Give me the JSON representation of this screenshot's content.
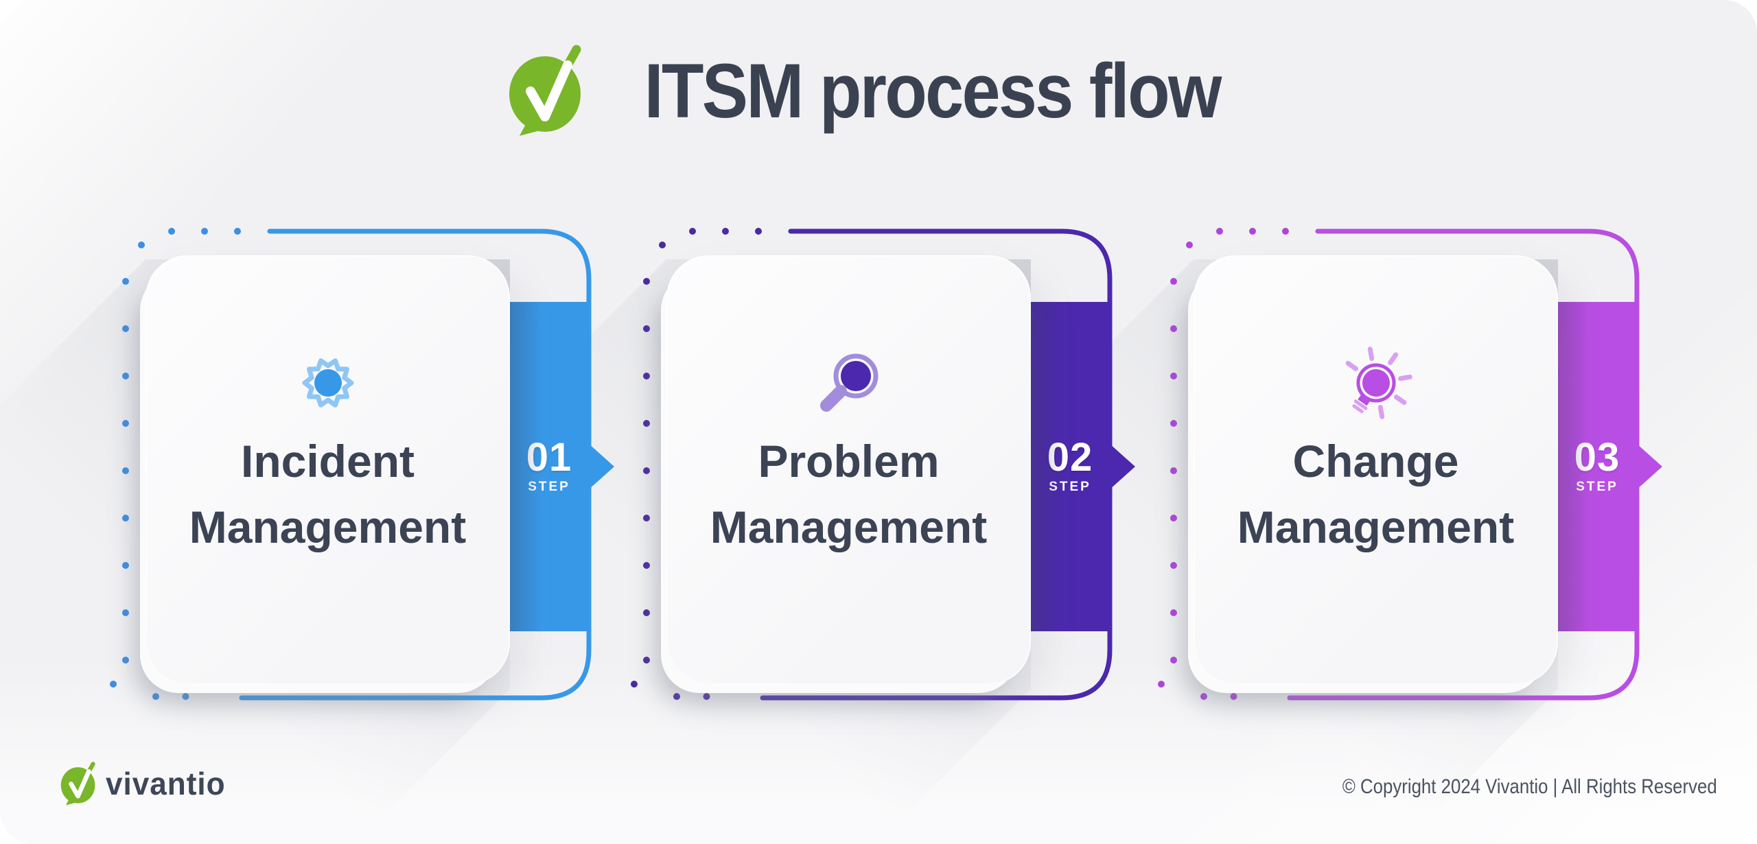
{
  "header": {
    "title": "ITSM process flow",
    "logo": "vivantio-speech-bubble-check-icon"
  },
  "brand_colors": {
    "logo_green": "#79b62a",
    "heading_dark": "#3a4252",
    "card_text": "#3b4354"
  },
  "steps": [
    {
      "number": "01",
      "step_label": "STEP",
      "title_lines": [
        "Incident",
        "Management"
      ],
      "icon": "gear-icon",
      "accent": "#3898e8",
      "accent_soft": "#8ec6f5",
      "dot_color": "#3e8ee2",
      "style": "--c:#3898e8;--soft:#8ec6f5;--dot:#3e8ee2"
    },
    {
      "number": "02",
      "step_label": "STEP",
      "title_lines": [
        "Problem",
        "Management"
      ],
      "icon": "magnifier-icon",
      "accent": "#4b28ad",
      "accent_soft": "#a18ddc",
      "dot_color": "#4c2b9f",
      "style": "--c:#4b28ad;--soft:#a18ddc;--dot:#4c2b9f"
    },
    {
      "number": "03",
      "step_label": "STEP",
      "title_lines": [
        "Change",
        "Management"
      ],
      "icon": "lightbulb-icon",
      "accent": "#b84ee3",
      "accent_soft": "#d9a0f2",
      "dot_color": "#ad46d8",
      "style": "--c:#b84ee3;--soft:#d9a0f2;--dot:#ad46d8"
    }
  ],
  "footer": {
    "brand": "vivantio",
    "copyright": "© Copyright 2024 Vivantio | All Rights Reserved"
  }
}
